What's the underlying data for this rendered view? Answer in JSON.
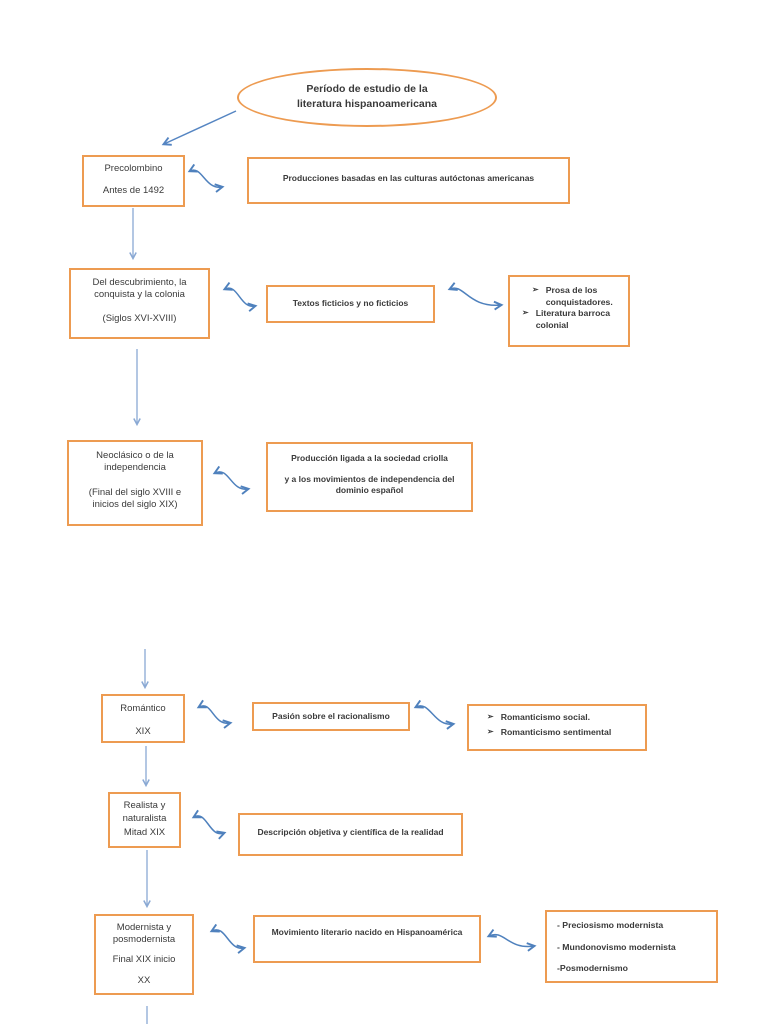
{
  "diagram": {
    "title_l1": "Período de estudio de la",
    "title_l2": "literatura hispanoamericana",
    "periods": {
      "precolombino": {
        "name": "Precolombino",
        "era": "Antes de 1492"
      },
      "descubrimiento": {
        "name_l1": "Del descubrimiento, la",
        "name_l2": "conquista y la colonia",
        "era": "(Siglos XVI-XVIII)"
      },
      "neoclasico": {
        "name_l1": "Neoclásico o de la",
        "name_l2": "independencia",
        "era_l1": "(Final del siglo XVIII e",
        "era_l2": "inicios del siglo XIX)"
      },
      "romantico": {
        "name": "Romántico",
        "era": "XIX"
      },
      "realista": {
        "name_l1": "Realista y",
        "name_l2": "naturalista",
        "era": "Mitad XIX"
      },
      "modernista": {
        "name_l1": "Modernista y",
        "name_l2": "posmodernista",
        "era_l1": "Final XIX inicio",
        "era_l2": "XX"
      }
    },
    "descriptions": {
      "precolombino": "Producciones basadas en las culturas autóctonas americanas",
      "descubrimiento": "Textos ficticios y no ficticios",
      "neoclasico_l1": "Producción ligada a la sociedad criolla",
      "neoclasico_l2": "y a los movimientos de independencia del",
      "neoclasico_l3": "dominio español",
      "romantico": "Pasión sobre el racionalismo",
      "realista": "Descripción objetiva y científica de la realidad",
      "modernista": "Movimiento literario nacido en Hispanoamérica"
    },
    "details": {
      "bullet": "➢",
      "descubrimiento": {
        "item1": "Prosa de los conquistadores.",
        "item2": "Literatura barroca colonial"
      },
      "romantico": {
        "item1": "Romanticismo social.",
        "item2": "Romanticismo sentimental"
      },
      "modernista": {
        "item1": "- Preciosismo modernista",
        "item2": "- Mundonovismo modernista",
        "item3": "-Posmodernismo"
      }
    },
    "colors": {
      "box_border": "#ED9B51",
      "arrow_blue": "#4F81BD",
      "arrow_light": "#8AA9D4",
      "text": "#3A3A3A"
    }
  }
}
